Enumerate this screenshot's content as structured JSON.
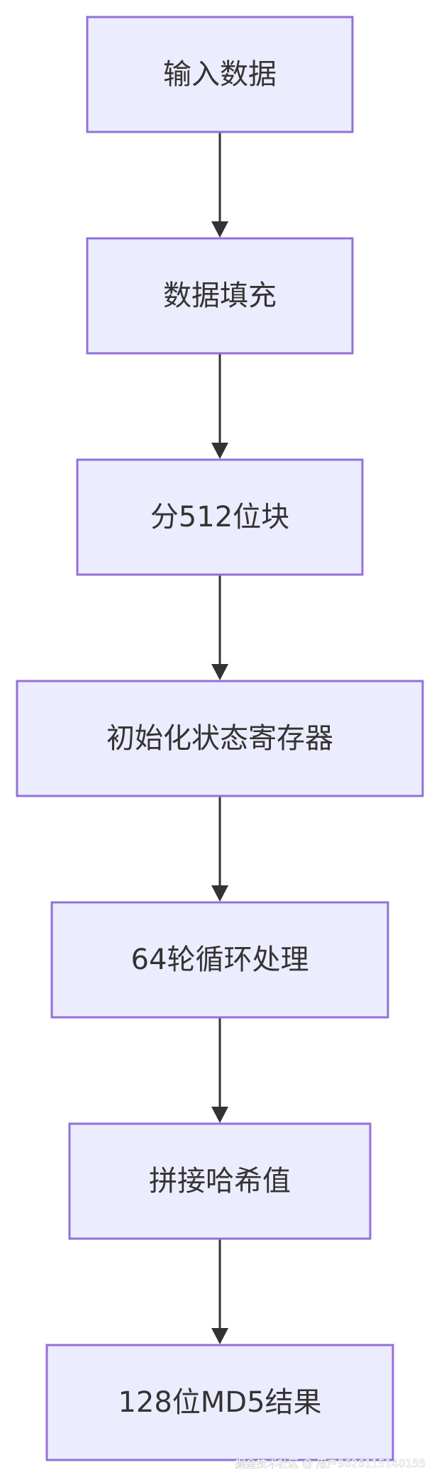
{
  "diagram": {
    "type": "flowchart",
    "direction": "top-to-bottom",
    "colors": {
      "node_fill": "#ececff",
      "node_border": "#9370db",
      "text": "#333333",
      "edge": "#333333"
    },
    "nodes": [
      {
        "id": "n1",
        "label": "输入数据"
      },
      {
        "id": "n2",
        "label": "数据填充"
      },
      {
        "id": "n3",
        "label": "分512位块"
      },
      {
        "id": "n4",
        "label": "初始化状态寄存器"
      },
      {
        "id": "n5",
        "label": "64轮循环处理"
      },
      {
        "id": "n6",
        "label": "拼接哈希值"
      },
      {
        "id": "n7",
        "label": "128位MD5结果"
      }
    ],
    "edges": [
      {
        "from": "n1",
        "to": "n2"
      },
      {
        "from": "n2",
        "to": "n3"
      },
      {
        "from": "n3",
        "to": "n4"
      },
      {
        "from": "n4",
        "to": "n5"
      },
      {
        "from": "n5",
        "to": "n6"
      },
      {
        "from": "n6",
        "to": "n7"
      }
    ]
  },
  "watermark": "掘金技术社区 @ 用户9626115140155"
}
